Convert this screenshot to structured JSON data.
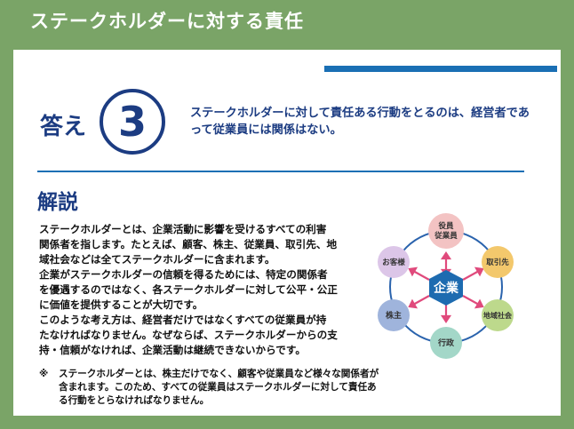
{
  "title": "ステークホルダーに対する責任",
  "answer": {
    "label": "答え",
    "number": "3",
    "text": "ステークホルダーに対して責任ある行動をとるのは、経営者であって従業員には関係はない。"
  },
  "section_heading": "解説",
  "body_lines": [
    "ステークホルダーとは、企業活動に影響を受けるすべての利害",
    "関係者を指します。たとえば、顧客、株主、従業員、取引先、地",
    "域社会などは全てステークホルダーに含まれます。",
    "企業がステークホルダーの信頼を得るためには、特定の関係者",
    "を優遇するのではなく、各ステークホルダーに対して公平・公正",
    "に価値を提供することが大切です。",
    "このような考え方は、経営者だけではなくすべての従業員が持",
    "たなければなりません。なぜならば、ステークホルダーからの支",
    "持・信頼がなければ、企業活動は継続できないからです。"
  ],
  "note": {
    "mark": "※",
    "text": "ステークホルダーとは、株主だけでなく、顧客や従業員など様々な関係者が含まれます。このため、すべての従業員はステークホルダーに対して責任ある行動をとらなければなりません。"
  },
  "diagram": {
    "center": "企業",
    "nodes": {
      "top": {
        "line1": "役員",
        "line2": "従業員",
        "color": "#f3c3c3"
      },
      "upper_right": {
        "label": "取引先",
        "color": "#f3c86c"
      },
      "lower_right": {
        "label": "地域社会",
        "color": "#bdd98c"
      },
      "bottom": {
        "label": "行政",
        "color": "#a3d7c8"
      },
      "lower_left": {
        "label": "株主",
        "color": "#9fb4dc"
      },
      "upper_left": {
        "label": "お客様",
        "color": "#dcc6e8"
      }
    },
    "center_color": "#1d6bb0",
    "arrow_color": "#e04a7c"
  },
  "colors": {
    "background": "#7aa467",
    "navy": "#1c3c82",
    "blue_bar": "#1a6fb4"
  }
}
